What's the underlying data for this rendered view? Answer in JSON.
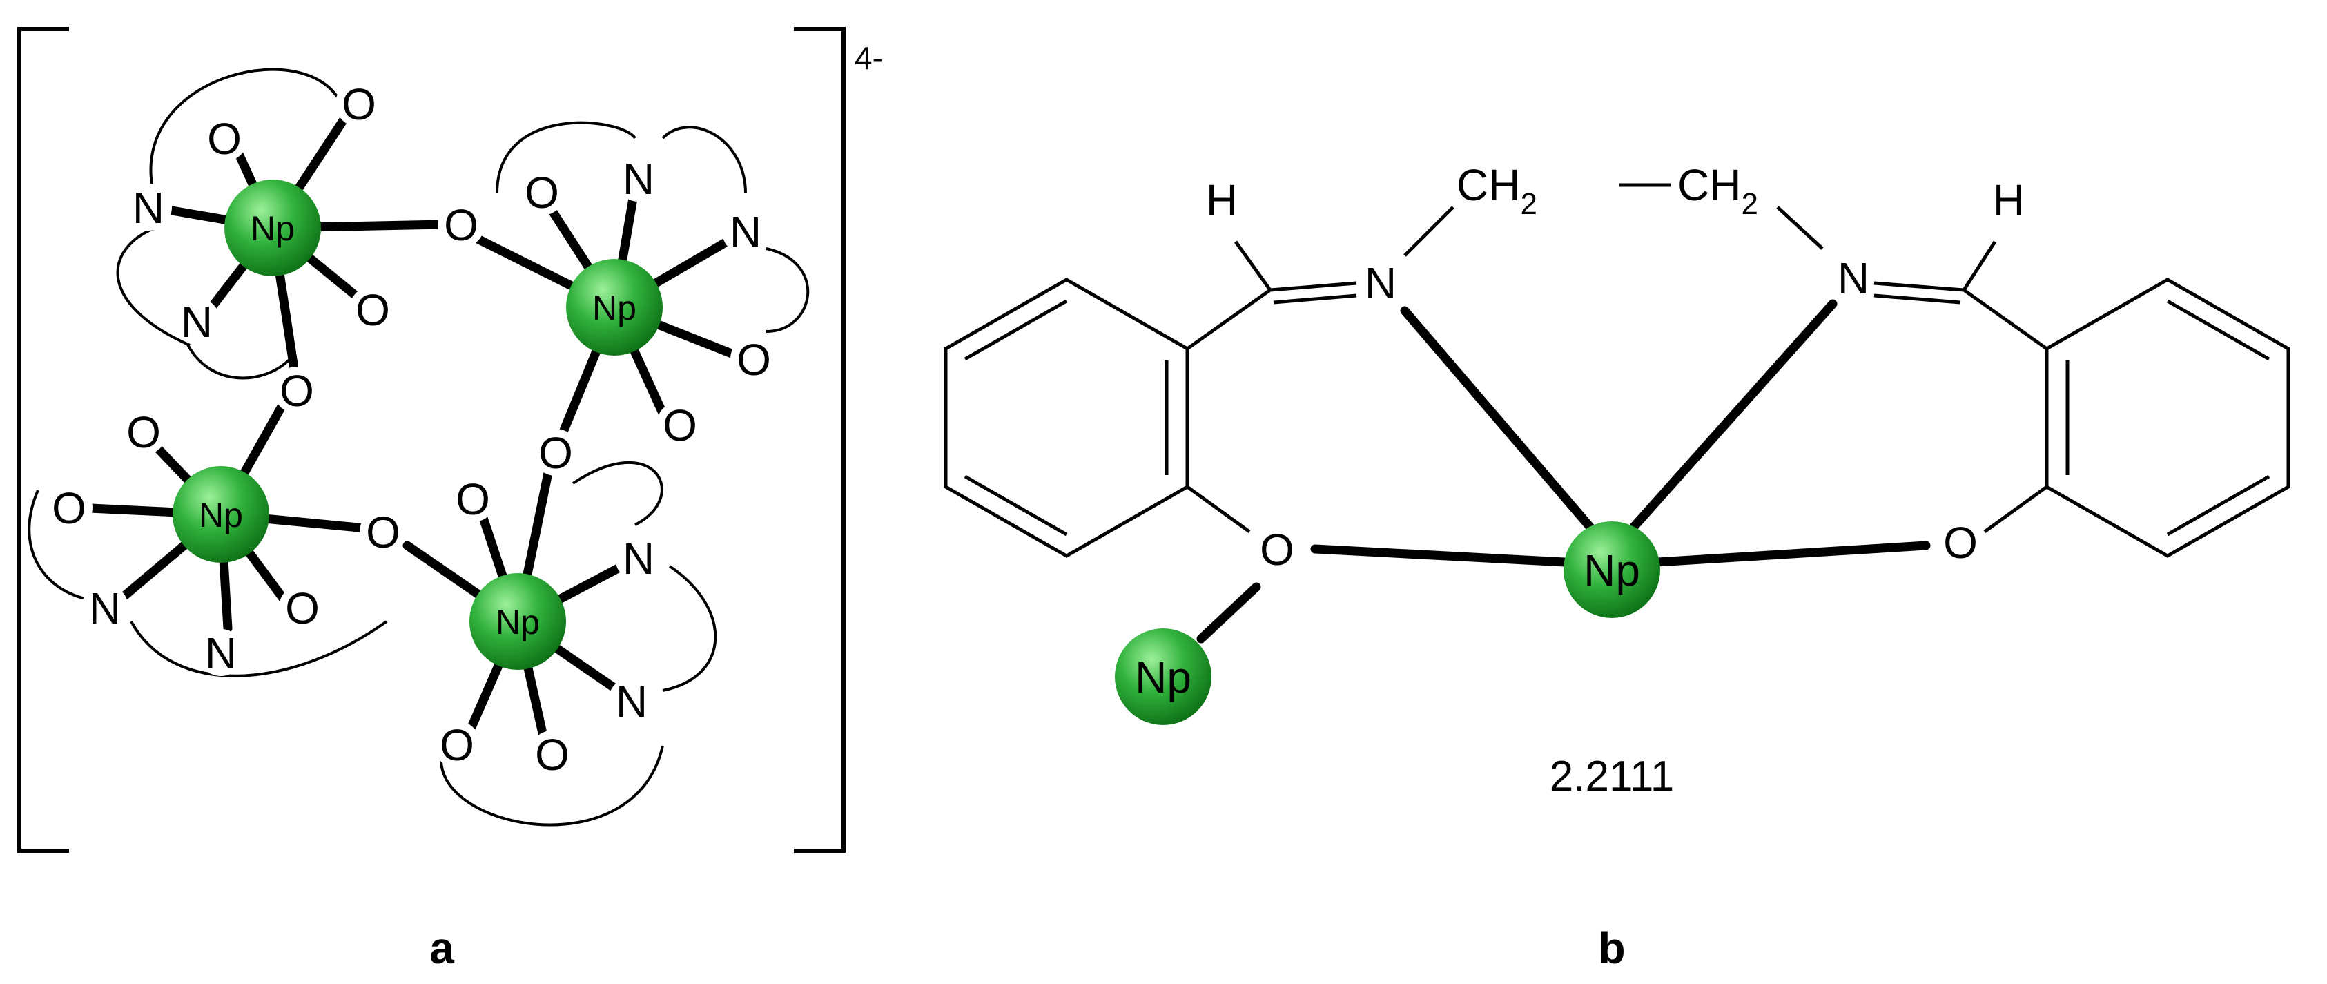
{
  "panel_a": {
    "charge": "4-",
    "caption": "a",
    "metal_symbol": "Np",
    "oxygen": "O",
    "nitrogen": "N"
  },
  "panel_b": {
    "caption": "b",
    "metal_symbol": "Np",
    "oxygen": "O",
    "nitrogen": "N",
    "hydrogen": "H",
    "ch2_main": "CH",
    "ch2_sub": "2",
    "compound_number": "2.2111"
  },
  "colors": {
    "metal_ball_light": "#9df09a",
    "metal_ball_mid": "#31b23d",
    "metal_ball_dark": "#0a6a12",
    "stroke": "#000000"
  }
}
